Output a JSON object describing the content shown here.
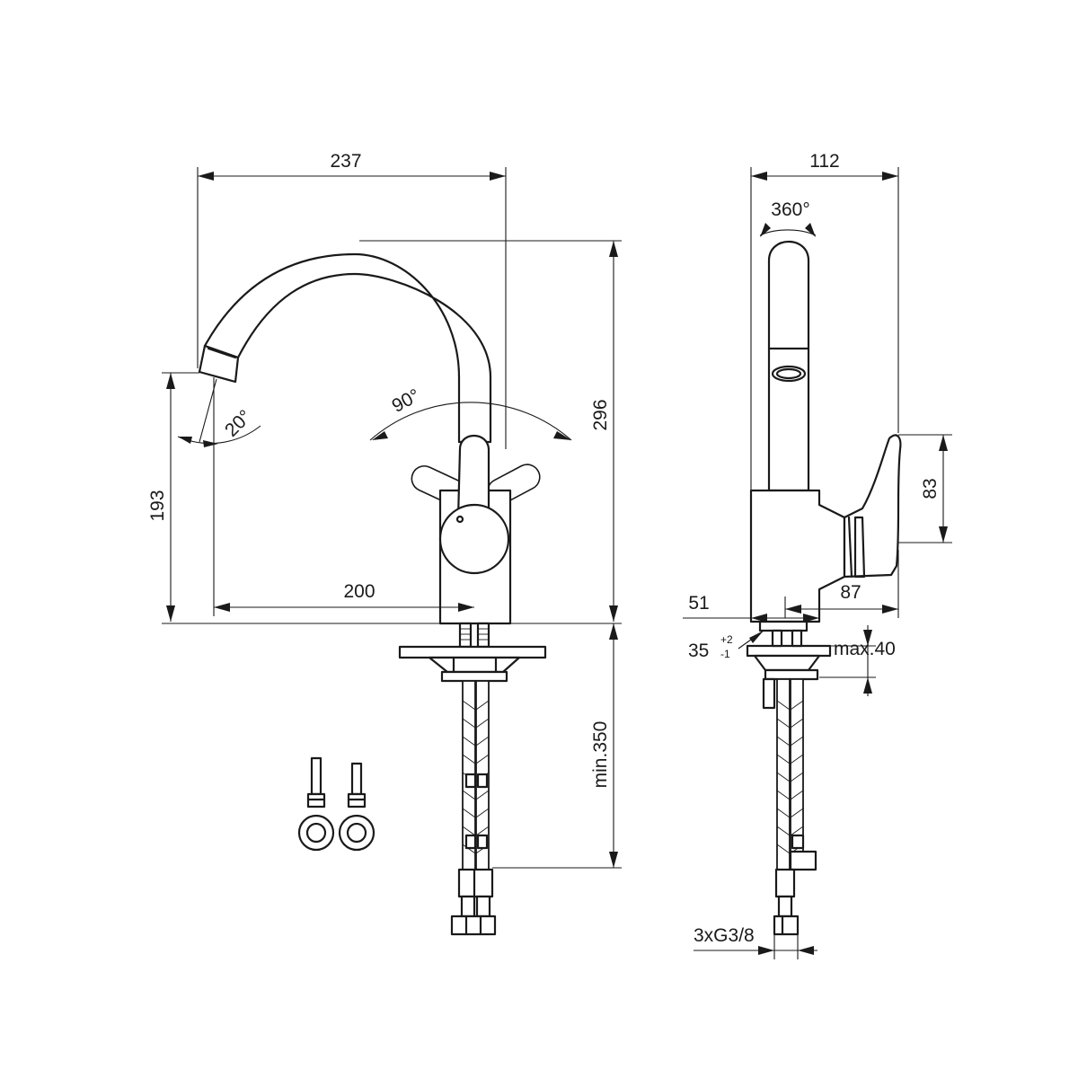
{
  "dimensions": {
    "front_width": "237",
    "front_height": "296",
    "spout_height": "193",
    "spout_reach": "200",
    "spout_angle": "20°",
    "lever_rotation": "90°",
    "min_length": "min.350",
    "side_width": "112",
    "spout_swivel": "360°",
    "lever_height": "83",
    "body_diameter": "51",
    "lever_depth": "87",
    "hole_diameter": "35",
    "hole_tol_plus": "+2",
    "hole_tol_minus": "-1",
    "max_thickness": "max.40",
    "connection": "3xG3/8"
  }
}
